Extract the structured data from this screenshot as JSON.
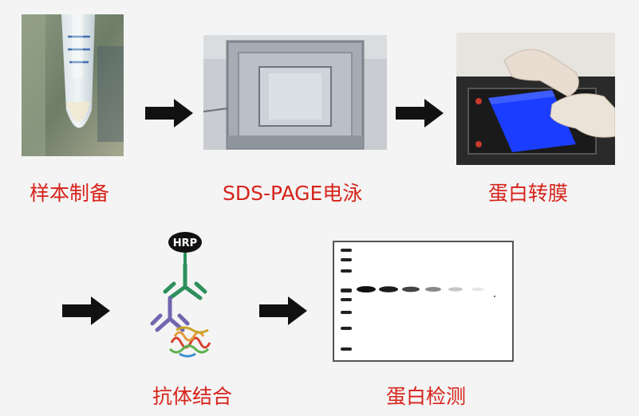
{
  "steps": [
    {
      "label": "样本制备",
      "image": "sample-tube-photo"
    },
    {
      "label": "SDS-PAGE电泳",
      "image": "electrophoresis-tank-photo"
    },
    {
      "label": "蛋白转膜",
      "image": "membrane-transfer-photo"
    },
    {
      "label": "抗体结合",
      "image": "antibody-binding-illustration",
      "antibody_tag": "HRP"
    },
    {
      "label": "蛋白检测",
      "image": "western-blot-bands"
    }
  ],
  "colors": {
    "label_red": "#d6231b",
    "arrow": "#111111",
    "antibody_green": "#2d8f5c",
    "antibody_purple": "#7166b0",
    "membrane_blue": "#1a3dff"
  }
}
